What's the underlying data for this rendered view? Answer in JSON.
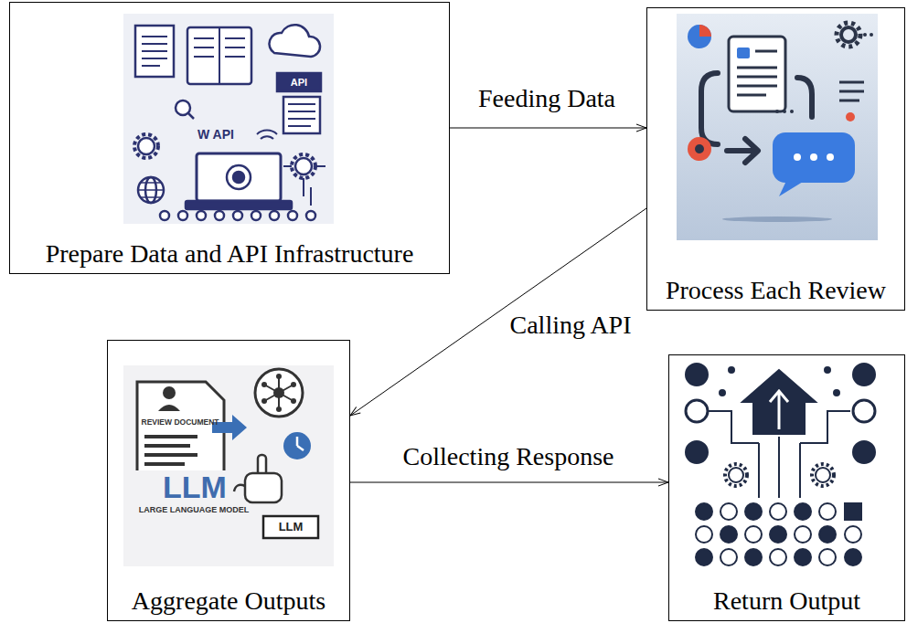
{
  "diagram": {
    "nodes": [
      {
        "text": [
          "Prepare Data and API Infrastructure"
        ]
      },
      {
        "text": [
          "Process Each Review"
        ]
      },
      {
        "text": [
          "Aggregate Outputs"
        ]
      },
      {
        "text": [
          "Return Output"
        ]
      }
    ],
    "edges": [
      {
        "from": 0,
        "to": 1,
        "arrow": "to",
        "label": "Feeding Data"
      },
      {
        "from": 1,
        "to": 2,
        "arrow": "to",
        "label": "Calling API"
      },
      {
        "from": 2,
        "to": 3,
        "arrow": "to",
        "label": "Collecting Response"
      }
    ],
    "labels": [
      "API",
      "W API",
      "REVIEW DOCUMENT",
      "LLM",
      "LARGE LANGUAGE MODEL",
      "LLM"
    ]
  }
}
